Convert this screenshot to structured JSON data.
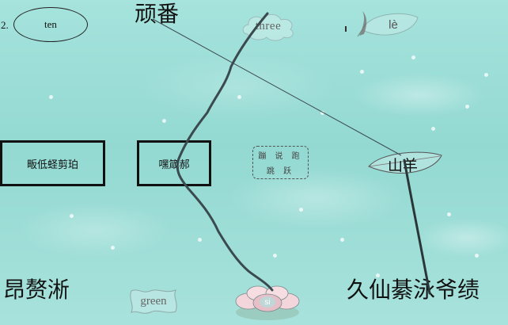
{
  "question_number": "2.",
  "prompt_word": "ten",
  "top_word": "顽番",
  "cloud_word": "three",
  "leaf_pinyin": "lè",
  "box_left": "畈低蛏剪珀",
  "box_mid": "嘿箴郝",
  "dashed_box": {
    "line1": "蹦 说 跑",
    "line2": "跳 跃"
  },
  "leaf_word": "山羊",
  "bottom_left": "昂赘淅",
  "scroll_word": "green",
  "flower_word": "si",
  "bottom_right": "久仙綦泳爷绩",
  "colors": {
    "background": "#9fe0da",
    "ink": "#111111",
    "pen_stroke": "#3a4a4e",
    "flower_petal": "#f3d6dc"
  }
}
